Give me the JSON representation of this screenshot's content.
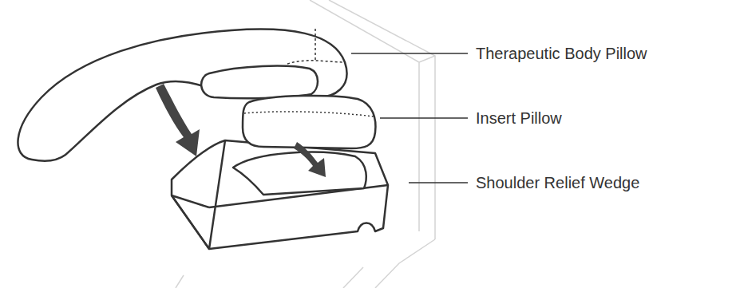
{
  "diagram": {
    "labels": [
      "Therapeutic Body Pillow",
      "Insert Pillow",
      "Shoulder Relief Wedge"
    ]
  }
}
